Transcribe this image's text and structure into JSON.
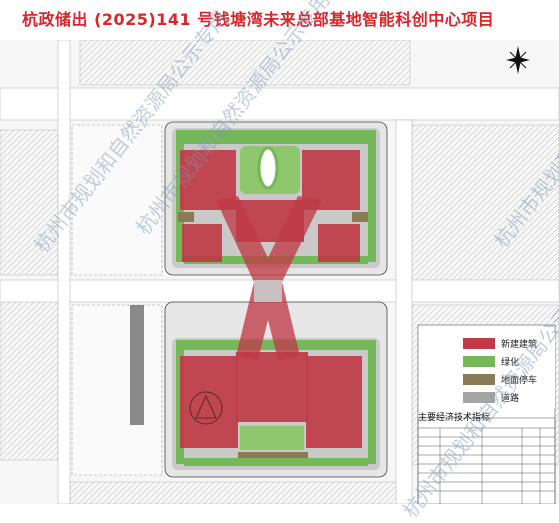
{
  "title": "杭政储出 (2025)141 号钱塘湾未来总部基地智能科创中心项目",
  "legend": [
    {
      "label": "新建建筑",
      "color": "#bf3b47"
    },
    {
      "label": "绿化",
      "color": "#74b85a"
    },
    {
      "label": "地面停车",
      "color": "#8a7a56"
    },
    {
      "label": "道路",
      "color": "#a5a5a5"
    }
  ],
  "table_title": "主要经济技术指标",
  "watermarks": [
    "杭州市规划和自然资源局公示专用",
    "杭州市规划和自然资源局公示专用",
    "杭州市规划和自然资源局公示专用",
    "杭州市规划和自然资源局公示专用"
  ],
  "colors": {
    "title": "#d8262b",
    "building": "#bf3b47",
    "green": "#74b85a",
    "road": "#a5a5a5",
    "parking": "#8a7a56"
  },
  "icons": [
    "north-arrow-icon"
  ]
}
